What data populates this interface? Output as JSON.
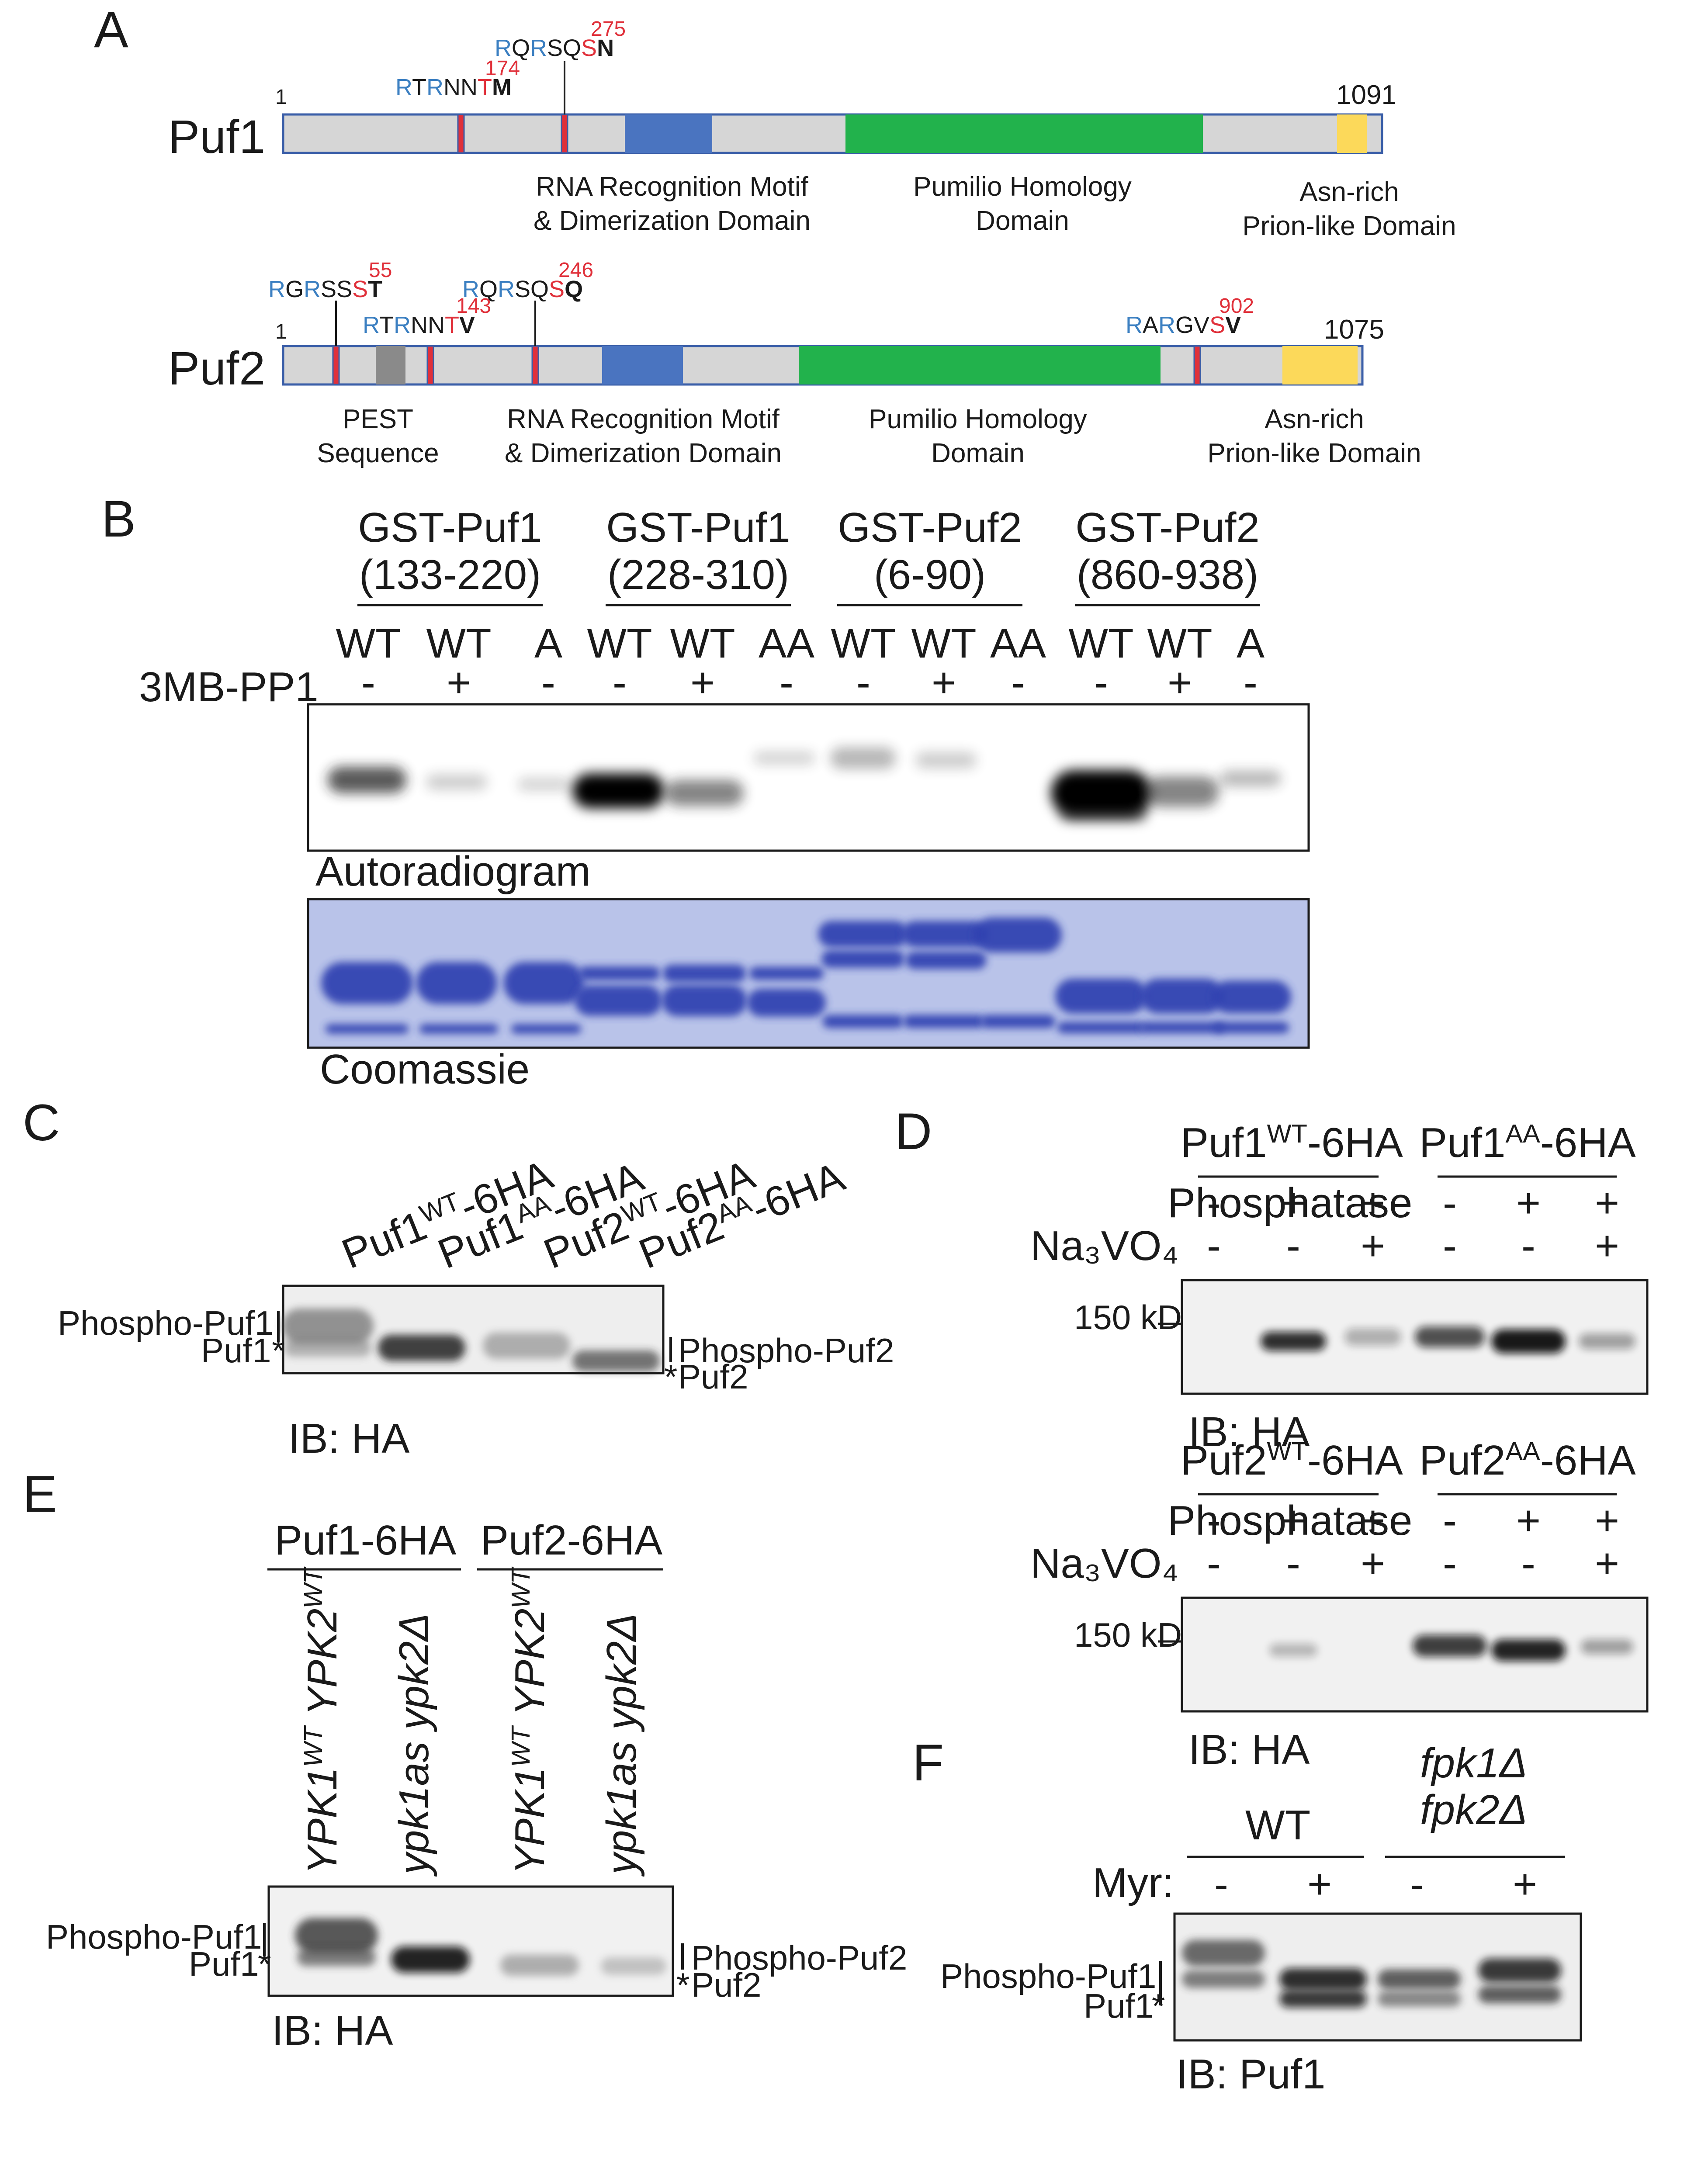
{
  "panels": {
    "a": "A",
    "b": "B",
    "c": "C",
    "d": "D",
    "e": "E",
    "f": "F"
  },
  "panelA": {
    "puf1": {
      "name": "Puf1",
      "start": "1",
      "end": "1091",
      "site1": {
        "pre": "RTRNN",
        "mod": "T",
        "post": "M",
        "num": "174"
      },
      "site2": {
        "pre": "RQRSQ",
        "mod": "S",
        "post": "N",
        "num": "275"
      },
      "domains": {
        "rrm": "RNA Recognition Motif",
        "rrm2": "& Dimerization Domain",
        "phd": "Pumilio Homology",
        "phd2": "Domain",
        "asn": "Asn-rich",
        "asn2": "Prion-like Domain"
      }
    },
    "puf2": {
      "name": "Puf2",
      "start": "1",
      "end": "1075",
      "site1": {
        "pre": "RGRSS",
        "mod": "S",
        "post": "T",
        "num": "55"
      },
      "site2": {
        "pre": "RTRNN",
        "mod": "T",
        "post": "V",
        "num": "143"
      },
      "site3": {
        "pre": "RQRSQ",
        "mod": "S",
        "post": "Q",
        "num": "246"
      },
      "site4": {
        "pre": "RARGV",
        "mod": "S",
        "post": "V",
        "num": "902"
      },
      "domains": {
        "pest": "PEST",
        "pest2": "Sequence",
        "rrm": "RNA Recognition Motif",
        "rrm2": "& Dimerization Domain",
        "phd": "Pumilio Homology",
        "phd2": "Domain",
        "asn": "Asn-rich",
        "asn2": "Prion-like Domain"
      }
    },
    "colors": {
      "protein": "#d6d6d6",
      "rrm": "#4a74c0",
      "phd": "#22b24c",
      "asn": "#fcd95a",
      "site": "#e0303a",
      "pest": "#8a8a8a"
    }
  },
  "panelB": {
    "groups": [
      {
        "l1": "GST-Puf1",
        "l2": "(133-220)",
        "lanes": [
          "WT",
          "WT",
          "A"
        ],
        "drug": [
          "-",
          "+",
          "-"
        ]
      },
      {
        "l1": "GST-Puf1",
        "l2": "(228-310)",
        "lanes": [
          "WT",
          "WT",
          "AA"
        ],
        "drug": [
          "-",
          "+",
          "-"
        ]
      },
      {
        "l1": "GST-Puf2",
        "l2": "(6-90)",
        "lanes": [
          "WT",
          "WT",
          "AA"
        ],
        "drug": [
          "-",
          "+",
          "-"
        ]
      },
      {
        "l1": "GST-Puf2",
        "l2": "(860-938)",
        "lanes": [
          "WT",
          "WT",
          "A"
        ],
        "drug": [
          "-",
          "+",
          "-"
        ]
      }
    ],
    "drug_label": "3MB-PP1",
    "autorad_label": "Autoradiogram",
    "coomassie_label": "Coomassie"
  },
  "panelC": {
    "lanes": [
      {
        "base": "Puf1",
        "sup": "WT",
        "suffix": "-6HA"
      },
      {
        "base": "Puf1",
        "sup": "AA",
        "suffix": "-6HA"
      },
      {
        "base": "Puf2",
        "sup": "WT",
        "suffix": "-6HA"
      },
      {
        "base": "Puf2",
        "sup": "AA",
        "suffix": "-6HA"
      }
    ],
    "left_phospho": "Phospho-Puf1",
    "left_base": "Puf1",
    "right_phospho": "Phospho-Puf2",
    "right_base": "Puf2",
    "ib": "IB: HA"
  },
  "panelD": {
    "top": {
      "g1": {
        "base": "Puf1",
        "sup": "WT",
        "suffix": "-6HA"
      },
      "g2": {
        "base": "Puf1",
        "sup": "AA",
        "suffix": "-6HA"
      }
    },
    "bottom": {
      "g1": {
        "base": "Puf2",
        "sup": "WT",
        "suffix": "-6HA"
      },
      "g2": {
        "base": "Puf2",
        "sup": "AA",
        "suffix": "-6HA"
      }
    },
    "phosphatase": "Phosphatase",
    "vanadate": "Na₃VO₄",
    "phos_row": [
      "-",
      "+",
      "+",
      "-",
      "+",
      "+"
    ],
    "van_row": [
      "-",
      "-",
      "+",
      "-",
      "-",
      "+"
    ],
    "marker": "150 kD",
    "ib": "IB: HA"
  },
  "panelE": {
    "g1": "Puf1-6HA",
    "g2": "Puf2-6HA",
    "strains": [
      {
        "a": "YPK1",
        "asup": "WT",
        "b": "YPK2",
        "bsup": "WT"
      },
      {
        "text": "ypk1as ypk2Δ"
      },
      {
        "a": "YPK1",
        "asup": "WT",
        "b": "YPK2",
        "bsup": "WT"
      },
      {
        "text": "ypk1as ypk2Δ"
      }
    ],
    "left_phospho": "Phospho-Puf1",
    "left_base": "Puf1",
    "right_phospho": "Phospho-Puf2",
    "right_base": "Puf2",
    "ib": "IB: HA"
  },
  "panelF": {
    "g1": "WT",
    "g2a": "fpk1Δ",
    "g2b": "fpk2Δ",
    "myr": "Myr:",
    "row": [
      "-",
      "+",
      "-",
      "+"
    ],
    "left_phospho": "Phospho-Puf1",
    "left_base": "Puf1",
    "ib": "IB: Puf1"
  }
}
